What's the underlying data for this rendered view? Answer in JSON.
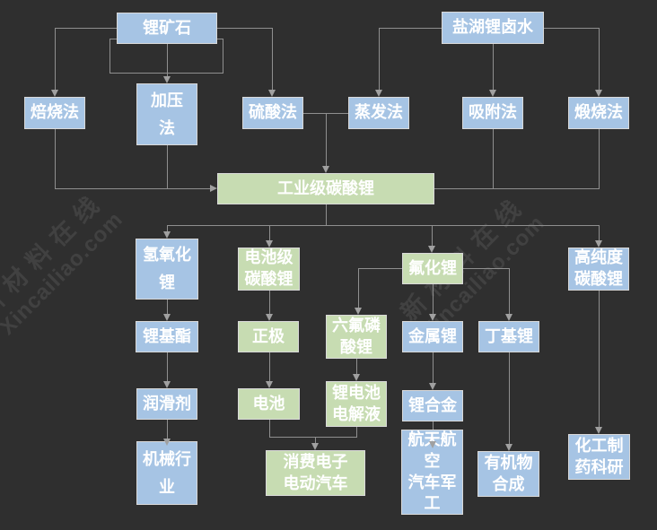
{
  "diagram": {
    "description": "Lithium industry chain flowchart",
    "colors": {
      "background": "#2f2f2f",
      "node_blue": "#a6c4e4",
      "node_green": "#c7dcb2",
      "node_border": "#d9d9d9",
      "connector": "#8f8f8f",
      "text": "#ffffff"
    },
    "watermark": {
      "line1": "新材料在线",
      "line2": "Xincailiao.com"
    },
    "nodes": {
      "ore": {
        "label": "锂矿石",
        "color": "blue"
      },
      "brine": {
        "label": "盐湖锂卤水",
        "color": "blue"
      },
      "roasting": {
        "label": "焙烧法",
        "color": "blue"
      },
      "pressure": {
        "label": "加压\n法",
        "color": "blue"
      },
      "sulfuric_acid": {
        "label": "硫酸法",
        "color": "blue"
      },
      "evaporation": {
        "label": "蒸发法",
        "color": "blue"
      },
      "adsorption": {
        "label": "吸附法",
        "color": "blue"
      },
      "calcination": {
        "label": "煅烧法",
        "color": "blue"
      },
      "industrial_li2co3": {
        "label": "工业级碳酸锂",
        "color": "green"
      },
      "lioh": {
        "label": "氢氧化\n锂",
        "color": "blue"
      },
      "battery_grade_li2co3": {
        "label": "电池级\n碳酸锂",
        "color": "green"
      },
      "lif": {
        "label": "氟化锂",
        "color": "green"
      },
      "high_purity_li2co3": {
        "label": "高纯度\n碳酸锂",
        "color": "blue"
      },
      "li_ester": {
        "label": "锂基酯",
        "color": "blue"
      },
      "cathode": {
        "label": "正极",
        "color": "green"
      },
      "lipf6": {
        "label": "六氟磷\n酸锂",
        "color": "green"
      },
      "li_metal": {
        "label": "金属锂",
        "color": "blue"
      },
      "butyl_li": {
        "label": "丁基锂",
        "color": "blue"
      },
      "lubricant": {
        "label": "润滑剂",
        "color": "blue"
      },
      "battery": {
        "label": "电池",
        "color": "green"
      },
      "electrolyte": {
        "label": "锂电池\n电解液",
        "color": "green"
      },
      "li_alloy": {
        "label": "锂合金",
        "color": "blue"
      },
      "machinery": {
        "label": "机械行\n业",
        "color": "blue"
      },
      "consumer_ev": {
        "label": "消费电子\n电动汽车",
        "color": "green"
      },
      "aerospace": {
        "label": "航天航\n空\n汽车军\n工",
        "color": "blue"
      },
      "organic": {
        "label": "有机物\n合成",
        "color": "blue"
      },
      "pharma": {
        "label": "化工制\n药科研",
        "color": "blue"
      }
    },
    "edges": [
      {
        "from": "ore",
        "to": "roasting"
      },
      {
        "from": "ore",
        "to": "pressure"
      },
      {
        "from": "ore",
        "to": "sulfuric_acid"
      },
      {
        "from": "brine",
        "to": "evaporation"
      },
      {
        "from": "brine",
        "to": "adsorption"
      },
      {
        "from": "brine",
        "to": "calcination"
      },
      {
        "from": "roasting",
        "to": "industrial_li2co3"
      },
      {
        "from": "pressure",
        "to": "industrial_li2co3"
      },
      {
        "from": "sulfuric_acid",
        "to": "industrial_li2co3"
      },
      {
        "from": "evaporation",
        "to": "industrial_li2co3"
      },
      {
        "from": "adsorption",
        "to": "industrial_li2co3"
      },
      {
        "from": "calcination",
        "to": "industrial_li2co3"
      },
      {
        "from": "industrial_li2co3",
        "to": "lioh"
      },
      {
        "from": "industrial_li2co3",
        "to": "battery_grade_li2co3"
      },
      {
        "from": "industrial_li2co3",
        "to": "lif"
      },
      {
        "from": "industrial_li2co3",
        "to": "high_purity_li2co3"
      },
      {
        "from": "lioh",
        "to": "li_ester"
      },
      {
        "from": "li_ester",
        "to": "lubricant"
      },
      {
        "from": "lubricant",
        "to": "machinery"
      },
      {
        "from": "battery_grade_li2co3",
        "to": "cathode"
      },
      {
        "from": "cathode",
        "to": "battery"
      },
      {
        "from": "battery",
        "to": "consumer_ev"
      },
      {
        "from": "lif",
        "to": "lipf6"
      },
      {
        "from": "lif",
        "to": "li_metal"
      },
      {
        "from": "lif",
        "to": "butyl_li"
      },
      {
        "from": "lipf6",
        "to": "electrolyte"
      },
      {
        "from": "electrolyte",
        "to": "consumer_ev"
      },
      {
        "from": "li_metal",
        "to": "li_alloy"
      },
      {
        "from": "li_alloy",
        "to": "aerospace"
      },
      {
        "from": "butyl_li",
        "to": "organic"
      },
      {
        "from": "high_purity_li2co3",
        "to": "pharma"
      }
    ]
  }
}
